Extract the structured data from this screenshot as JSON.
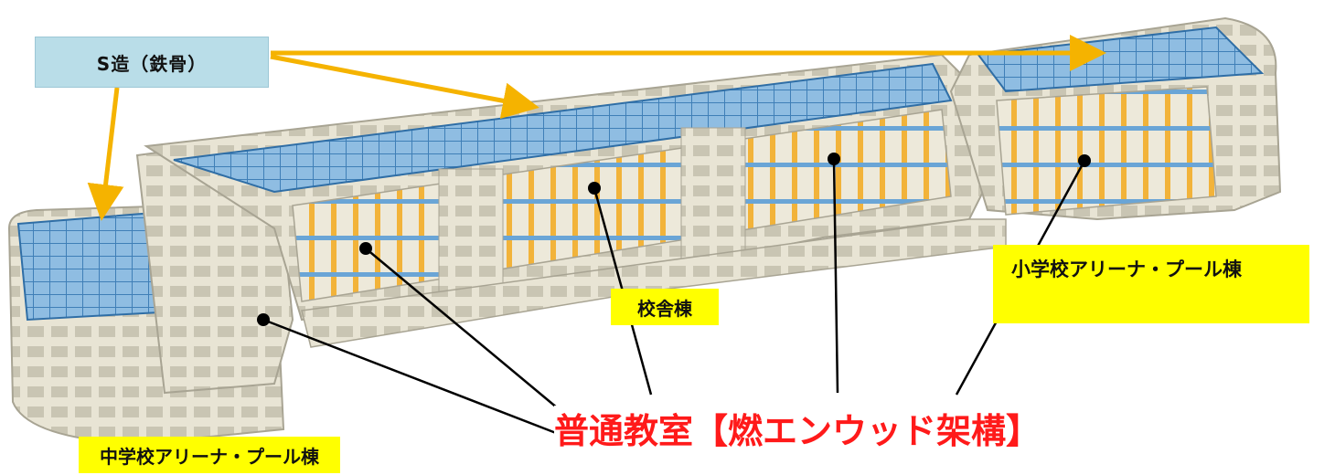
{
  "labels": {
    "steel": "S造（鉄骨）",
    "school_building": "校舎棟",
    "elementary_arena": "小学校アリーナ・プール棟",
    "junior_arena": "中学校アリーナ・プール棟",
    "classroom": "普通教室【燃エンウッド架構】"
  },
  "colors": {
    "concrete": "#e6e2d2",
    "concrete_shadow": "#bdb9a8",
    "steel_blue": "#6aa5d6",
    "timber": "#f2b33a",
    "arrow": "#f5b300",
    "leader": "#000000",
    "classroom_text": "#ff1a1a",
    "highlight": "#ffff00",
    "steel_label_bg": "#b9dde8"
  }
}
